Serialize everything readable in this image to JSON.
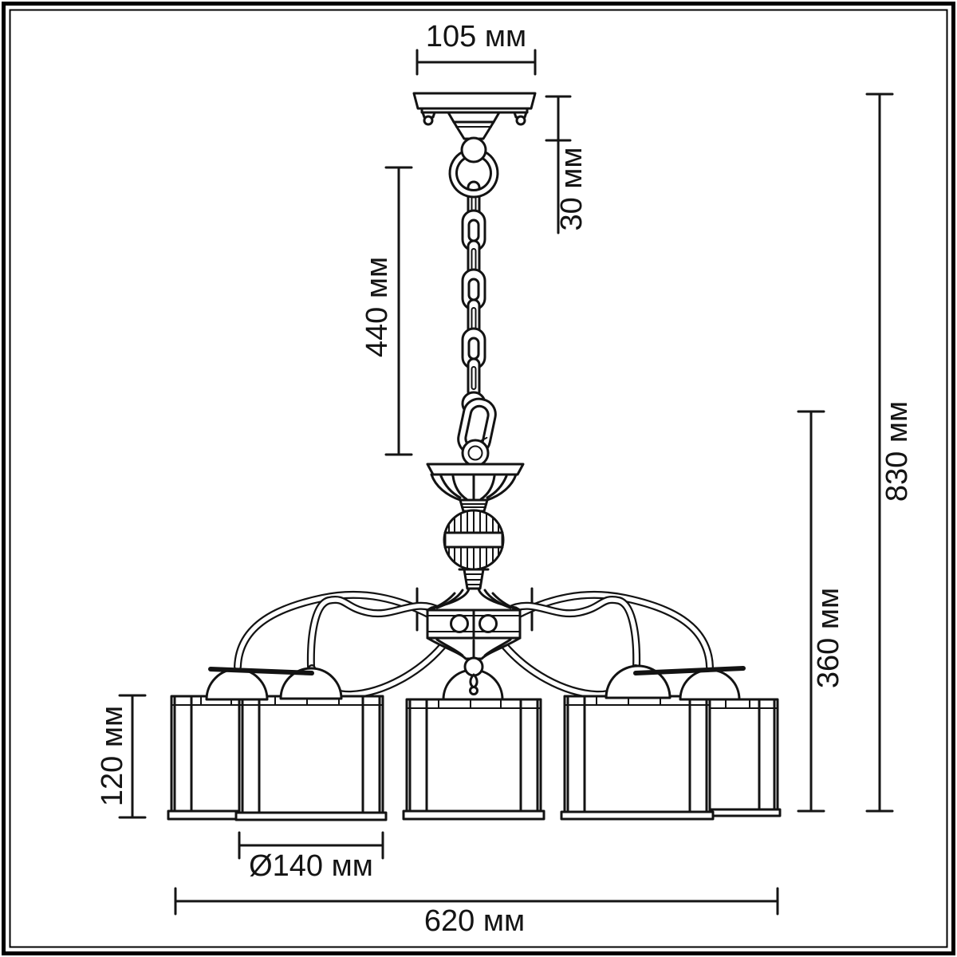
{
  "title": "Chandelier dimensional drawing",
  "units": "мм",
  "colors": {
    "line": "#131313",
    "background": "#ffffff",
    "frame": "#000000"
  },
  "dims": {
    "canopy_width": {
      "label": "105 мм",
      "value": 105
    },
    "mount_height": {
      "label": "30 мм",
      "value": 30
    },
    "chain_length": {
      "label": "440 мм",
      "value": 440
    },
    "total_height": {
      "label": "830 мм",
      "value": 830
    },
    "body_height": {
      "label": "360 мм",
      "value": 360
    },
    "shade_height": {
      "label": "120 мм",
      "value": 120
    },
    "shade_diameter": {
      "label": "Ø140 мм",
      "value": 140
    },
    "total_width": {
      "label": "620 мм",
      "value": 620
    }
  }
}
